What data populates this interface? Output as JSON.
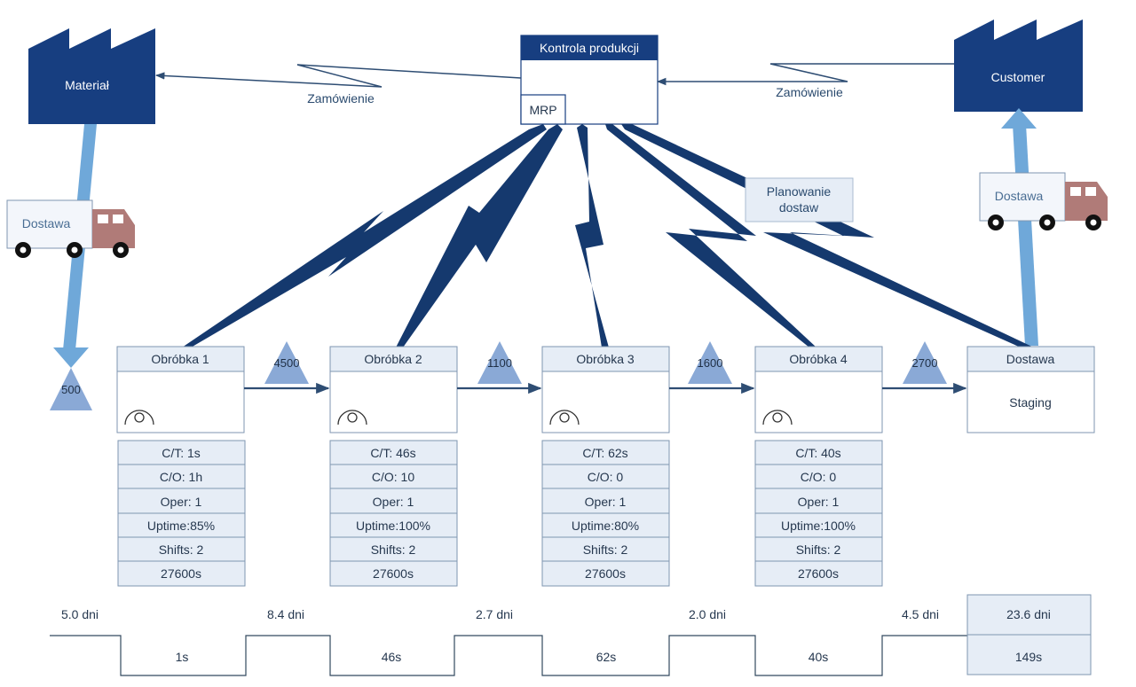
{
  "colors": {
    "factory": "#173e80",
    "truck_body": "#f3f6fb",
    "truck_cab": "#b07b78",
    "wide_arrow": "#6fa8d9",
    "header_bg": "#e6edf6",
    "box_border": "#7f96b0",
    "triangle": "#8aa9d6",
    "lightning": "#15396e",
    "control_header": "#173e80"
  },
  "supplier": {
    "label": "Materiał"
  },
  "customer": {
    "label": "Customer"
  },
  "control": {
    "title": "Kontrola produkcji",
    "mrp": "MRP"
  },
  "orders": {
    "left": "Zamówienie",
    "right": "Zamówienie"
  },
  "planning": {
    "line1": "Planowanie",
    "line2": "dostaw"
  },
  "trucks": {
    "left": "Dostawa",
    "right": "Dostawa"
  },
  "raw_inventory": "500",
  "processes": [
    {
      "name": "Obróbka 1",
      "rows": [
        "C/T: 1s",
        "C/O: 1h",
        "Oper: 1",
        "Uptime:85%",
        "Shifts: 2",
        "27600s"
      ]
    },
    {
      "name": "Obróbka 2",
      "rows": [
        "C/T: 46s",
        "C/O: 10",
        "Oper: 1",
        "Uptime:100%",
        "Shifts: 2",
        "27600s"
      ]
    },
    {
      "name": "Obróbka 3",
      "rows": [
        "C/T: 62s",
        "C/O: 0",
        "Oper: 1",
        "Uptime:80%",
        "Shifts: 2",
        "27600s"
      ]
    },
    {
      "name": "Obróbka 4",
      "rows": [
        "C/T: 40s",
        "C/O: 0",
        "Oper: 1",
        "Uptime:100%",
        "Shifts: 2",
        "27600s"
      ]
    }
  ],
  "inventories": [
    "4500",
    "1100",
    "1600",
    "2700"
  ],
  "shipping": {
    "header": "Dostawa",
    "body": "Staging"
  },
  "timeline": {
    "lead_times": [
      "5.0  dni",
      "8.4  dni",
      "2.7  dni",
      "2.0  dni",
      "4.5  dni"
    ],
    "process_times": [
      "1s",
      "46s",
      "62s",
      "40s"
    ],
    "total_lead": "23.6  dni",
    "total_process": "149s"
  }
}
